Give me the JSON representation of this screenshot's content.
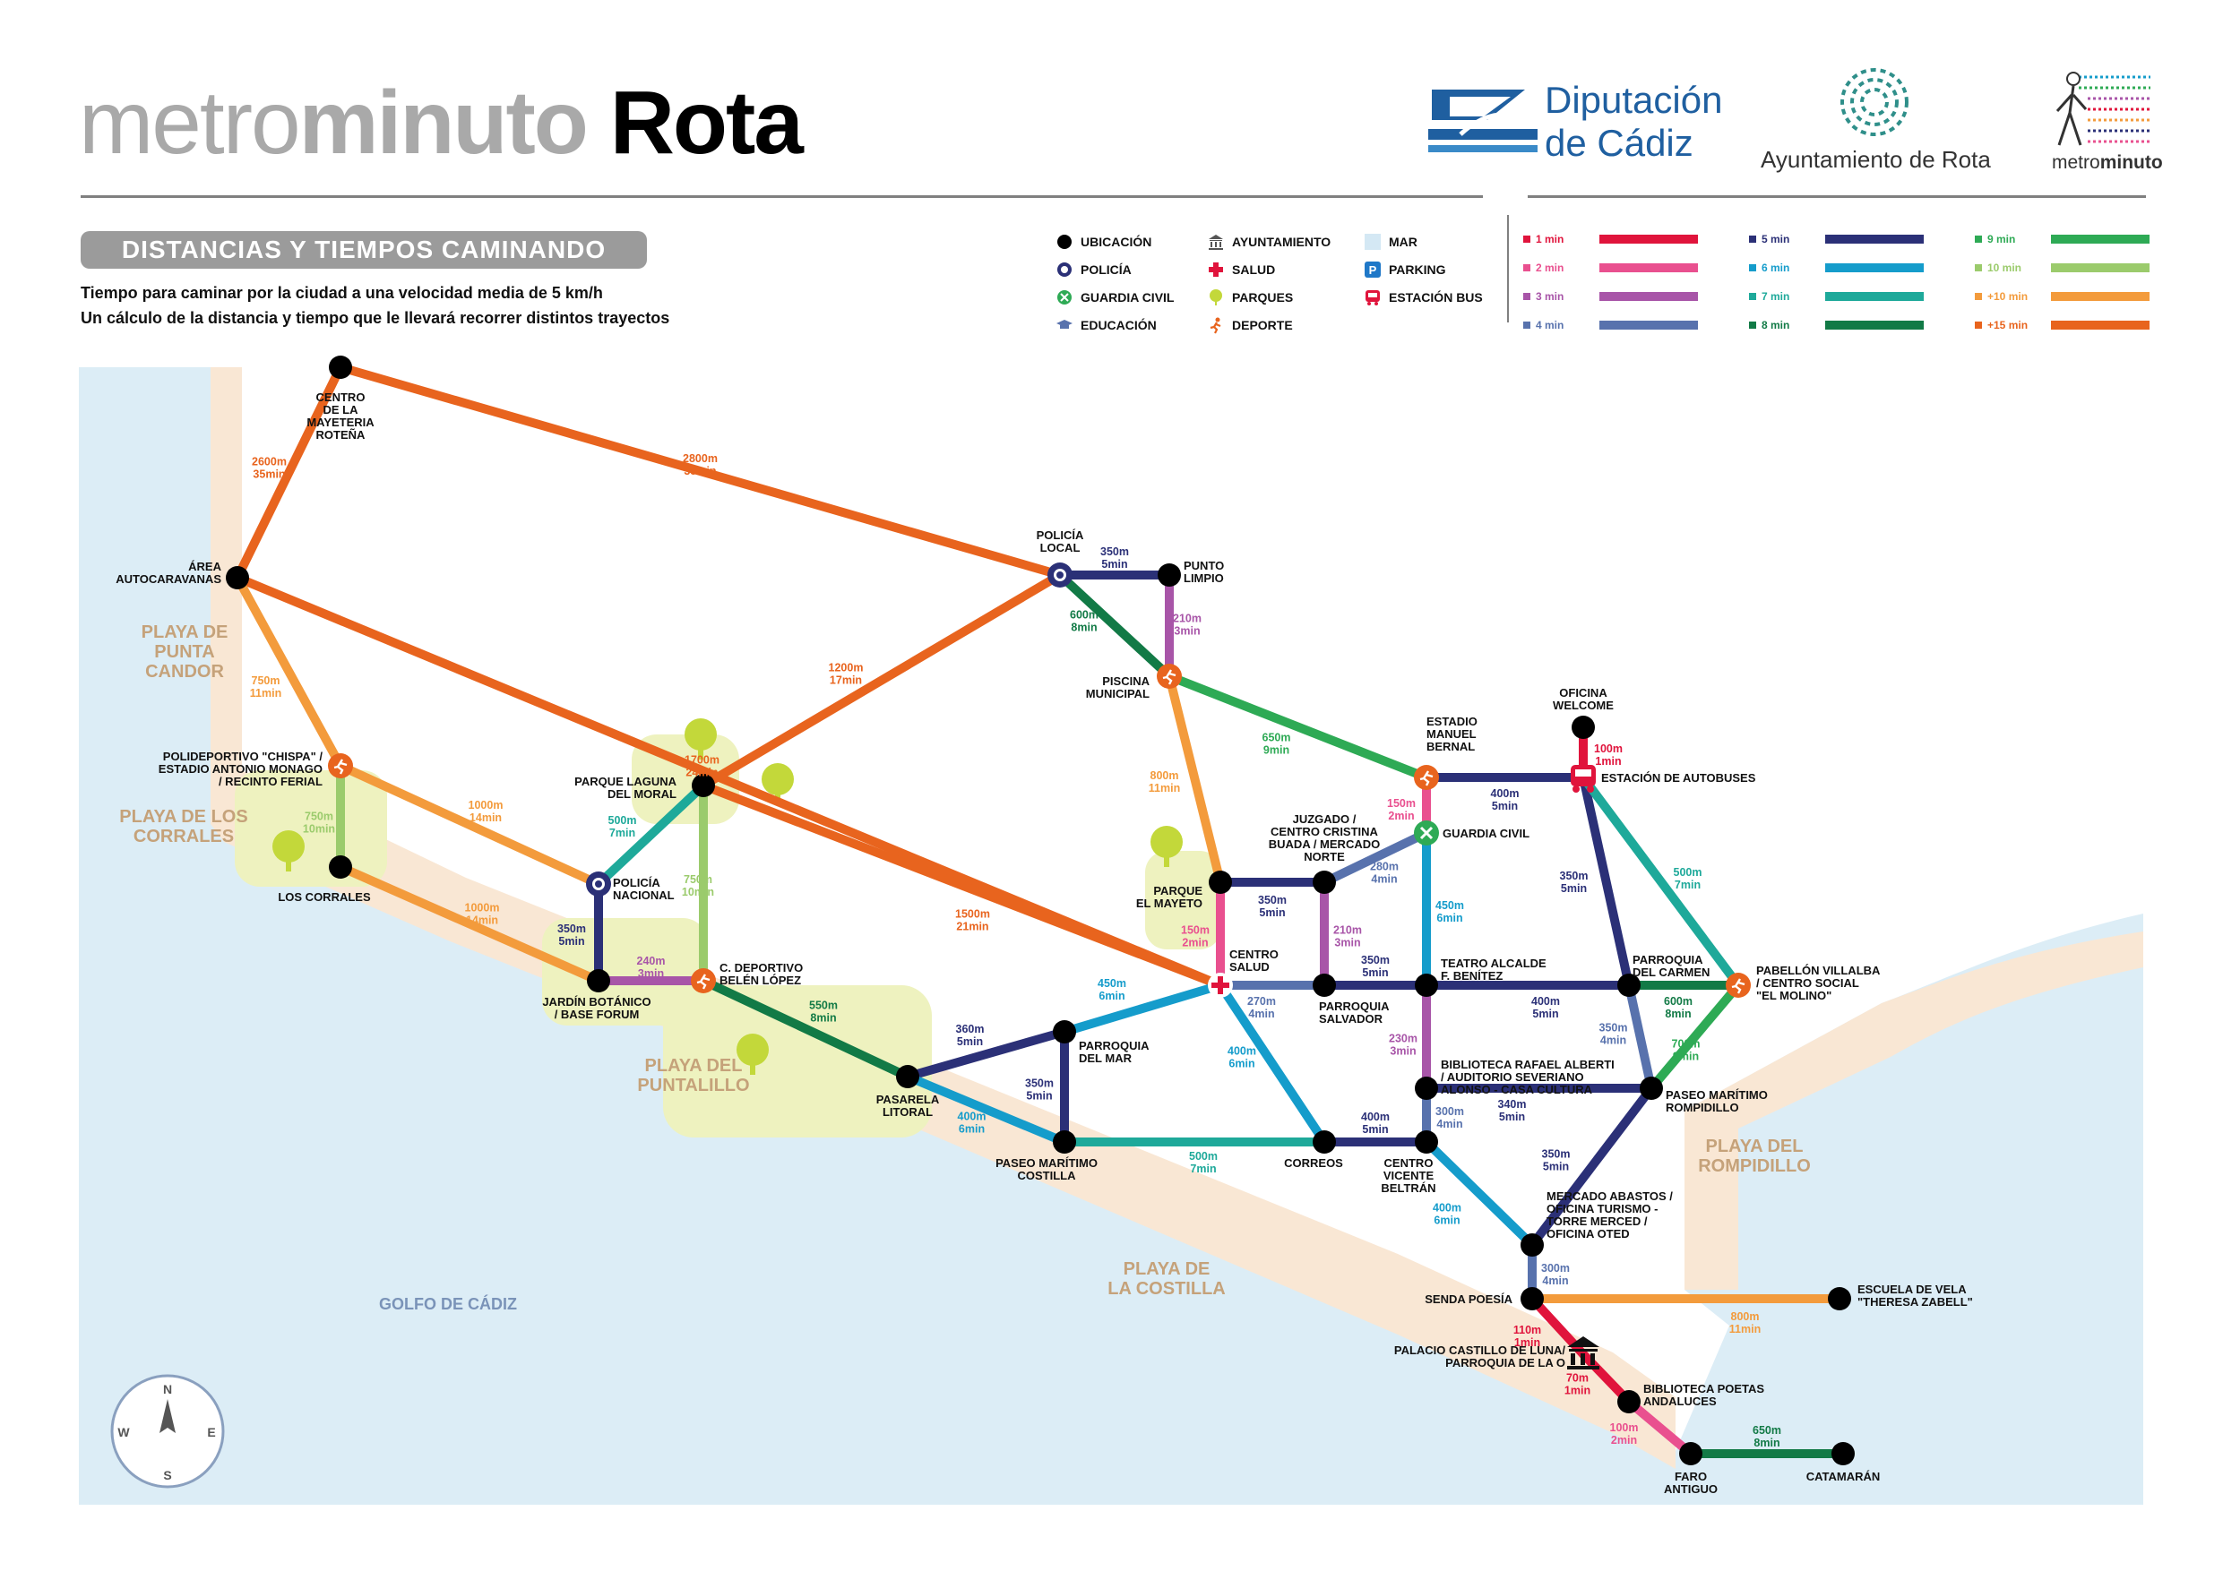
{
  "title": {
    "part1": "metro",
    "part2": "minuto",
    "part3": "Rota"
  },
  "logos": {
    "diputacion_line1": "Diputación",
    "diputacion_line2": "de Cádiz",
    "ayuntamiento": "Ayuntamiento de Rota",
    "metrominuto_a": "metro",
    "metrominuto_b": "minuto"
  },
  "section_title": "DISTANCIAS Y TIEMPOS CAMINANDO",
  "intro_line1": "Tiempo para caminar por la ciudad a una velocidad media de 5 km/h",
  "intro_line2": "Un cálculo de la distancia y tiempo que le llevará recorrer distintos trayectos",
  "legend": [
    {
      "label": "UBICACIÓN",
      "icon": "location-dot-icon"
    },
    {
      "label": "POLICÍA",
      "icon": "police-icon"
    },
    {
      "label": "GUARDIA CIVIL",
      "icon": "guardia-civil-icon"
    },
    {
      "label": "EDUCACIÓN",
      "icon": "education-icon"
    },
    {
      "label": "AYUNTAMIENTO",
      "icon": "town-hall-icon"
    },
    {
      "label": "SALUD",
      "icon": "health-cross-icon"
    },
    {
      "label": "PARQUES",
      "icon": "park-tree-icon"
    },
    {
      "label": "DEPORTE",
      "icon": "sport-runner-icon"
    },
    {
      "label": "MAR",
      "icon": "sea-swatch-icon"
    },
    {
      "label": "PARKING",
      "icon": "parking-icon"
    },
    {
      "label": "ESTACIÓN BUS",
      "icon": "bus-icon"
    }
  ],
  "time_legend": [
    {
      "label": "1 min",
      "color": "#e0143c"
    },
    {
      "label": "2 min",
      "color": "#e9508f"
    },
    {
      "label": "3 min",
      "color": "#a855a8"
    },
    {
      "label": "4 min",
      "color": "#5872ad"
    },
    {
      "label": "5 min",
      "color": "#2b3077"
    },
    {
      "label": "6 min",
      "color": "#159ccb"
    },
    {
      "label": "7 min",
      "color": "#1ea99a"
    },
    {
      "label": "8 min",
      "color": "#127a46"
    },
    {
      "label": "9 min",
      "color": "#2eaa55"
    },
    {
      "label": "10 min",
      "color": "#9bcb6c"
    },
    {
      "label": "+10 min",
      "color": "#f39b3c"
    },
    {
      "label": "+15 min",
      "color": "#e8641e"
    }
  ],
  "place_labels": [
    {
      "lines": [
        "PLAYA DE",
        "PUNTA",
        "CANDOR"
      ]
    },
    {
      "lines": [
        "PLAYA DE LOS",
        "CORRALES"
      ]
    },
    {
      "lines": [
        "PLAYA DEL",
        "PUNTALILLO"
      ]
    },
    {
      "lines": [
        "PLAYA DE",
        "LA COSTILLA"
      ]
    },
    {
      "lines": [
        "PLAYA DEL",
        "ROMPIDILLO"
      ]
    }
  ],
  "sea_label": "GOLFO DE CÁDIZ",
  "compass": {
    "n": "N",
    "s": "S",
    "e": "E",
    "w": "W"
  },
  "stations": [
    {
      "id": "mayeteria",
      "lines": [
        "CENTRO",
        "DE LA",
        "MAYETERIA",
        "ROTEÑA"
      ]
    },
    {
      "id": "autocaravanas",
      "lines": [
        "ÁREA",
        "AUTOCARAVANAS"
      ]
    },
    {
      "id": "polideportivo",
      "lines": [
        "POLIDEPORTIVO \"CHISPA\" /",
        "ESTADIO ANTONIO MONAGO",
        "/ RECINTO FERIAL"
      ]
    },
    {
      "id": "corrales",
      "lines": [
        "LOS CORRALES"
      ]
    },
    {
      "id": "laguna",
      "lines": [
        "PARQUE LAGUNA",
        "DEL MORAL"
      ]
    },
    {
      "id": "policia_nac",
      "lines": [
        "POLICÍA",
        "NACIONAL"
      ]
    },
    {
      "id": "botanico",
      "lines": [
        "JARDÍN BOTÁNICO",
        "/ BASE FORUM"
      ]
    },
    {
      "id": "belen",
      "lines": [
        "C. DEPORTIVO",
        "BELÉN LÓPEZ"
      ]
    },
    {
      "id": "pasarela",
      "lines": [
        "PASARELA",
        "LITORAL"
      ]
    },
    {
      "id": "parroquia_mar",
      "lines": [
        "PARROQUIA",
        "DEL MAR"
      ]
    },
    {
      "id": "costilla",
      "lines": [
        "PASEO MARÍTIMO",
        "COSTILLA"
      ]
    },
    {
      "id": "policia_local",
      "lines": [
        "POLICÍA",
        "LOCAL"
      ]
    },
    {
      "id": "punto_limpio",
      "lines": [
        "PUNTO",
        "LIMPIO"
      ]
    },
    {
      "id": "piscina",
      "lines": [
        "PISCINA",
        "MUNICIPAL"
      ]
    },
    {
      "id": "mayeto",
      "lines": [
        "PARQUE",
        "EL MAYETO"
      ]
    },
    {
      "id": "centro_salud",
      "lines": [
        "CENTRO",
        "SALUD"
      ]
    },
    {
      "id": "juzgado",
      "lines": [
        "JUZGADO /",
        "CENTRO CRISTINA",
        "BUADA / MERCADO",
        "NORTE"
      ]
    },
    {
      "id": "parroquia_salvador",
      "lines": [
        "PARROQUIA",
        "SALVADOR"
      ]
    },
    {
      "id": "correos",
      "lines": [
        "CORREOS"
      ]
    },
    {
      "id": "estadio",
      "lines": [
        "ESTADIO",
        "MANUEL",
        "BERNAL"
      ]
    },
    {
      "id": "guardia",
      "lines": [
        "GUARDIA CIVIL"
      ]
    },
    {
      "id": "teatro",
      "lines": [
        "TEATRO ALCALDE",
        "F. BENÍTEZ"
      ]
    },
    {
      "id": "biblioteca",
      "lines": [
        "BIBLIOTECA RAFAEL ALBERTI",
        "/ AUDITORIO SEVERIANO",
        "ALONSO - CASA CULTURA"
      ]
    },
    {
      "id": "vicente",
      "lines": [
        "CENTRO",
        "VICENTE",
        "BELTRÁN"
      ]
    },
    {
      "id": "oficina",
      "lines": [
        "OFICINA",
        "WELCOME"
      ]
    },
    {
      "id": "autobuses",
      "lines": [
        "ESTACIÓN DE AUTOBUSES"
      ]
    },
    {
      "id": "carmen",
      "lines": [
        "PARROQUIA",
        "DEL CARMEN"
      ]
    },
    {
      "id": "villalba",
      "lines": [
        "PABELLÓN VILLALBA",
        "/ CENTRO SOCIAL",
        "\"EL MOLINO\""
      ]
    },
    {
      "id": "rompidillo",
      "lines": [
        "PASEO MARÍTIMO",
        "ROMPIDILLO"
      ]
    },
    {
      "id": "mercado",
      "lines": [
        "MERCADO ABASTOS /",
        "OFICINA TURISMO -",
        "TORRE MERCED /",
        "OFICINA OTED"
      ]
    },
    {
      "id": "senda",
      "lines": [
        "SENDA POESÍA"
      ]
    },
    {
      "id": "escuela",
      "lines": [
        "ESCUELA DE VELA",
        "\"THERESA ZABELL\""
      ]
    },
    {
      "id": "palacio",
      "lines": [
        "PALACIO CASTILLO DE LUNA/",
        "PARROQUIA DE LA O"
      ]
    },
    {
      "id": "bib_poetas",
      "lines": [
        "BIBLIOTECA POETAS",
        "ANDALUCES"
      ]
    },
    {
      "id": "faro",
      "lines": [
        "FARO",
        "ANTIGUO"
      ]
    },
    {
      "id": "catamaran",
      "lines": [
        "CATAMARÁN"
      ]
    }
  ],
  "routes": [
    {
      "from": "mayeteria",
      "to": "policia_local",
      "dist": "2800m",
      "time": "38min",
      "color": "#e8641e"
    },
    {
      "from": "mayeteria",
      "to": "autocaravanas",
      "dist": "2600m",
      "time": "35min",
      "color": "#e8641e"
    },
    {
      "from": "autocaravanas",
      "to": "centro_salud",
      "dist": "1700m",
      "time": "24min",
      "color": "#e8641e"
    },
    {
      "from": "laguna",
      "to": "centro_salud",
      "dist": "1500m",
      "time": "21min",
      "color": "#e8641e"
    },
    {
      "from": "laguna",
      "to": "policia_local",
      "dist": "1200m",
      "time": "17min",
      "color": "#e8641e"
    },
    {
      "from": "autocaravanas",
      "to": "polideportivo",
      "dist": "750m",
      "time": "11min",
      "color": "#f39b3c"
    },
    {
      "from": "polideportivo",
      "to": "policia_nac",
      "dist": "1000m",
      "time": "14min",
      "color": "#f39b3c"
    },
    {
      "from": "corrales",
      "to": "botanico",
      "dist": "1000m",
      "time": "14min",
      "color": "#f39b3c"
    },
    {
      "from": "polideportivo",
      "to": "corrales",
      "dist": "750m",
      "time": "10min",
      "color": "#9bcb6c"
    },
    {
      "from": "laguna",
      "to": "policia_nac",
      "dist": "500m",
      "time": "7min",
      "color": "#1ea99a"
    },
    {
      "from": "laguna",
      "to": "belen",
      "dist": "750m",
      "time": "10min",
      "color": "#9bcb6c"
    },
    {
      "from": "policia_nac",
      "to": "botanico",
      "dist": "350m",
      "time": "5min",
      "color": "#2b3077"
    },
    {
      "from": "botanico",
      "to": "belen",
      "dist": "240m",
      "time": "3min",
      "color": "#a855a8"
    },
    {
      "from": "belen",
      "to": "pasarela",
      "dist": "550m",
      "time": "8min",
      "color": "#127a46"
    },
    {
      "from": "pasarela",
      "to": "parroquia_mar",
      "dist": "360m",
      "time": "5min",
      "color": "#2b3077"
    },
    {
      "from": "pasarela",
      "to": "costilla",
      "dist": "400m",
      "time": "6min",
      "color": "#159ccb"
    },
    {
      "from": "parroquia_mar",
      "to": "costilla",
      "dist": "350m",
      "time": "5min",
      "color": "#2b3077"
    },
    {
      "from": "parroquia_mar",
      "to": "centro_salud",
      "dist": "450m",
      "time": "6min",
      "color": "#159ccb"
    },
    {
      "from": "costilla",
      "to": "correos",
      "dist": "500m",
      "time": "7min",
      "color": "#1ea99a"
    },
    {
      "from": "policia_local",
      "to": "punto_limpio",
      "dist": "350m",
      "time": "5min",
      "color": "#2b3077"
    },
    {
      "from": "punto_limpio",
      "to": "piscina",
      "dist": "210m",
      "time": "3min",
      "color": "#a855a8"
    },
    {
      "from": "policia_local",
      "to": "piscina",
      "dist": "600m",
      "time": "8min",
      "color": "#127a46"
    },
    {
      "from": "piscina",
      "to": "mayeto",
      "dist": "800m",
      "time": "11min",
      "color": "#f39b3c"
    },
    {
      "from": "piscina",
      "to": "estadio",
      "dist": "650m",
      "time": "9min",
      "color": "#2eaa55"
    },
    {
      "from": "mayeto",
      "to": "juzgado",
      "dist": "350m",
      "time": "5min",
      "color": "#2b3077"
    },
    {
      "from": "mayeto",
      "to": "centro_salud",
      "dist": "150m",
      "time": "2min",
      "color": "#e9508f"
    },
    {
      "from": "centro_salud",
      "to": "parroquia_salvador",
      "dist": "270m",
      "time": "4min",
      "color": "#5872ad"
    },
    {
      "from": "centro_salud",
      "to": "correos",
      "dist": "400m",
      "time": "6min",
      "color": "#159ccb"
    },
    {
      "from": "juzgado",
      "to": "parroquia_salvador",
      "dist": "210m",
      "time": "3min",
      "color": "#a855a8"
    },
    {
      "from": "juzgado",
      "to": "guardia",
      "dist": "280m",
      "time": "4min",
      "color": "#5872ad"
    },
    {
      "from": "parroquia_salvador",
      "to": "teatro",
      "dist": "350m",
      "time": "5min",
      "color": "#2b3077"
    },
    {
      "from": "correos",
      "to": "vicente",
      "dist": "400m",
      "time": "5min",
      "color": "#2b3077"
    },
    {
      "from": "estadio",
      "to": "guardia",
      "dist": "150m",
      "time": "2min",
      "color": "#e9508f"
    },
    {
      "from": "estadio",
      "to": "autobuses",
      "dist": "400m",
      "time": "5min",
      "color": "#2b3077"
    },
    {
      "from": "guardia",
      "to": "teatro",
      "dist": "450m",
      "time": "6min",
      "color": "#159ccb"
    },
    {
      "from": "teatro",
      "to": "carmen",
      "dist": "400m",
      "time": "5min",
      "color": "#2b3077"
    },
    {
      "from": "teatro",
      "to": "biblioteca",
      "dist": "230m",
      "time": "3min",
      "color": "#a855a8"
    },
    {
      "from": "biblioteca",
      "to": "rompidillo",
      "dist": "340m",
      "time": "5min",
      "color": "#2b3077"
    },
    {
      "from": "biblioteca",
      "to": "vicente",
      "dist": "300m",
      "time": "4min",
      "color": "#5872ad"
    },
    {
      "from": "vicente",
      "to": "mercado",
      "dist": "400m",
      "time": "6min",
      "color": "#159ccb"
    },
    {
      "from": "oficina",
      "to": "autobuses",
      "dist": "100m",
      "time": "1min",
      "color": "#e0143c"
    },
    {
      "from": "autobuses",
      "to": "carmen",
      "dist": "350m",
      "time": "5min",
      "color": "#2b3077"
    },
    {
      "from": "autobuses",
      "to": "villalba",
      "dist": "500m",
      "time": "7min",
      "color": "#1ea99a"
    },
    {
      "from": "carmen",
      "to": "villalba",
      "dist": "600m",
      "time": "8min",
      "color": "#127a46"
    },
    {
      "from": "carmen",
      "to": "rompidillo",
      "dist": "350m",
      "time": "4min",
      "color": "#5872ad"
    },
    {
      "from": "villalba",
      "to": "rompidillo",
      "dist": "700m",
      "time": "9min",
      "color": "#2eaa55"
    },
    {
      "from": "rompidillo",
      "to": "mercado",
      "dist": "350m",
      "time": "5min",
      "color": "#2b3077"
    },
    {
      "from": "mercado",
      "to": "senda",
      "dist": "300m",
      "time": "4min",
      "color": "#5872ad"
    },
    {
      "from": "senda",
      "to": "escuela",
      "dist": "800m",
      "time": "11min",
      "color": "#f39b3c"
    },
    {
      "from": "senda",
      "to": "palacio",
      "dist": "110m",
      "time": "1min",
      "color": "#e0143c"
    },
    {
      "from": "palacio",
      "to": "bib_poetas",
      "dist": "70m",
      "time": "1min",
      "color": "#e0143c"
    },
    {
      "from": "bib_poetas",
      "to": "faro",
      "dist": "100m",
      "time": "2min",
      "color": "#e9508f"
    },
    {
      "from": "faro",
      "to": "catamaran",
      "dist": "650m",
      "time": "8min",
      "color": "#127a46"
    }
  ]
}
